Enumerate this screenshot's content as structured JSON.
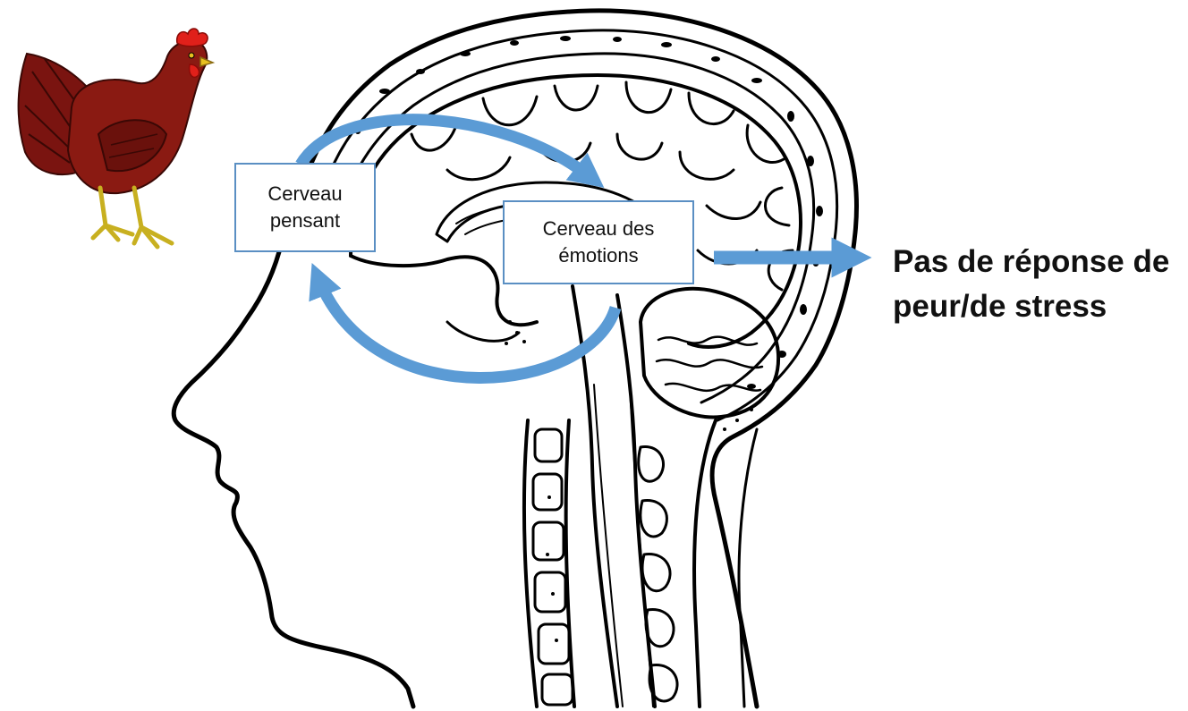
{
  "diagram": {
    "boxes": {
      "thinking_brain": [
        "Cerveau",
        "pensant"
      ],
      "emotional_brain": [
        "Cerveau des",
        "émotions"
      ]
    },
    "outcome": [
      "Pas de réponse de",
      "peur/de stress"
    ]
  },
  "colors": {
    "arrow": "#5b9bd5",
    "box_border": "#5a8fc3",
    "ink": "#111111",
    "hen_body": "#7a1410",
    "hen_comb": "#e0201a",
    "hen_legs": "#c8b020"
  },
  "icons": [
    "hen-icon",
    "head-brain-illustration"
  ]
}
